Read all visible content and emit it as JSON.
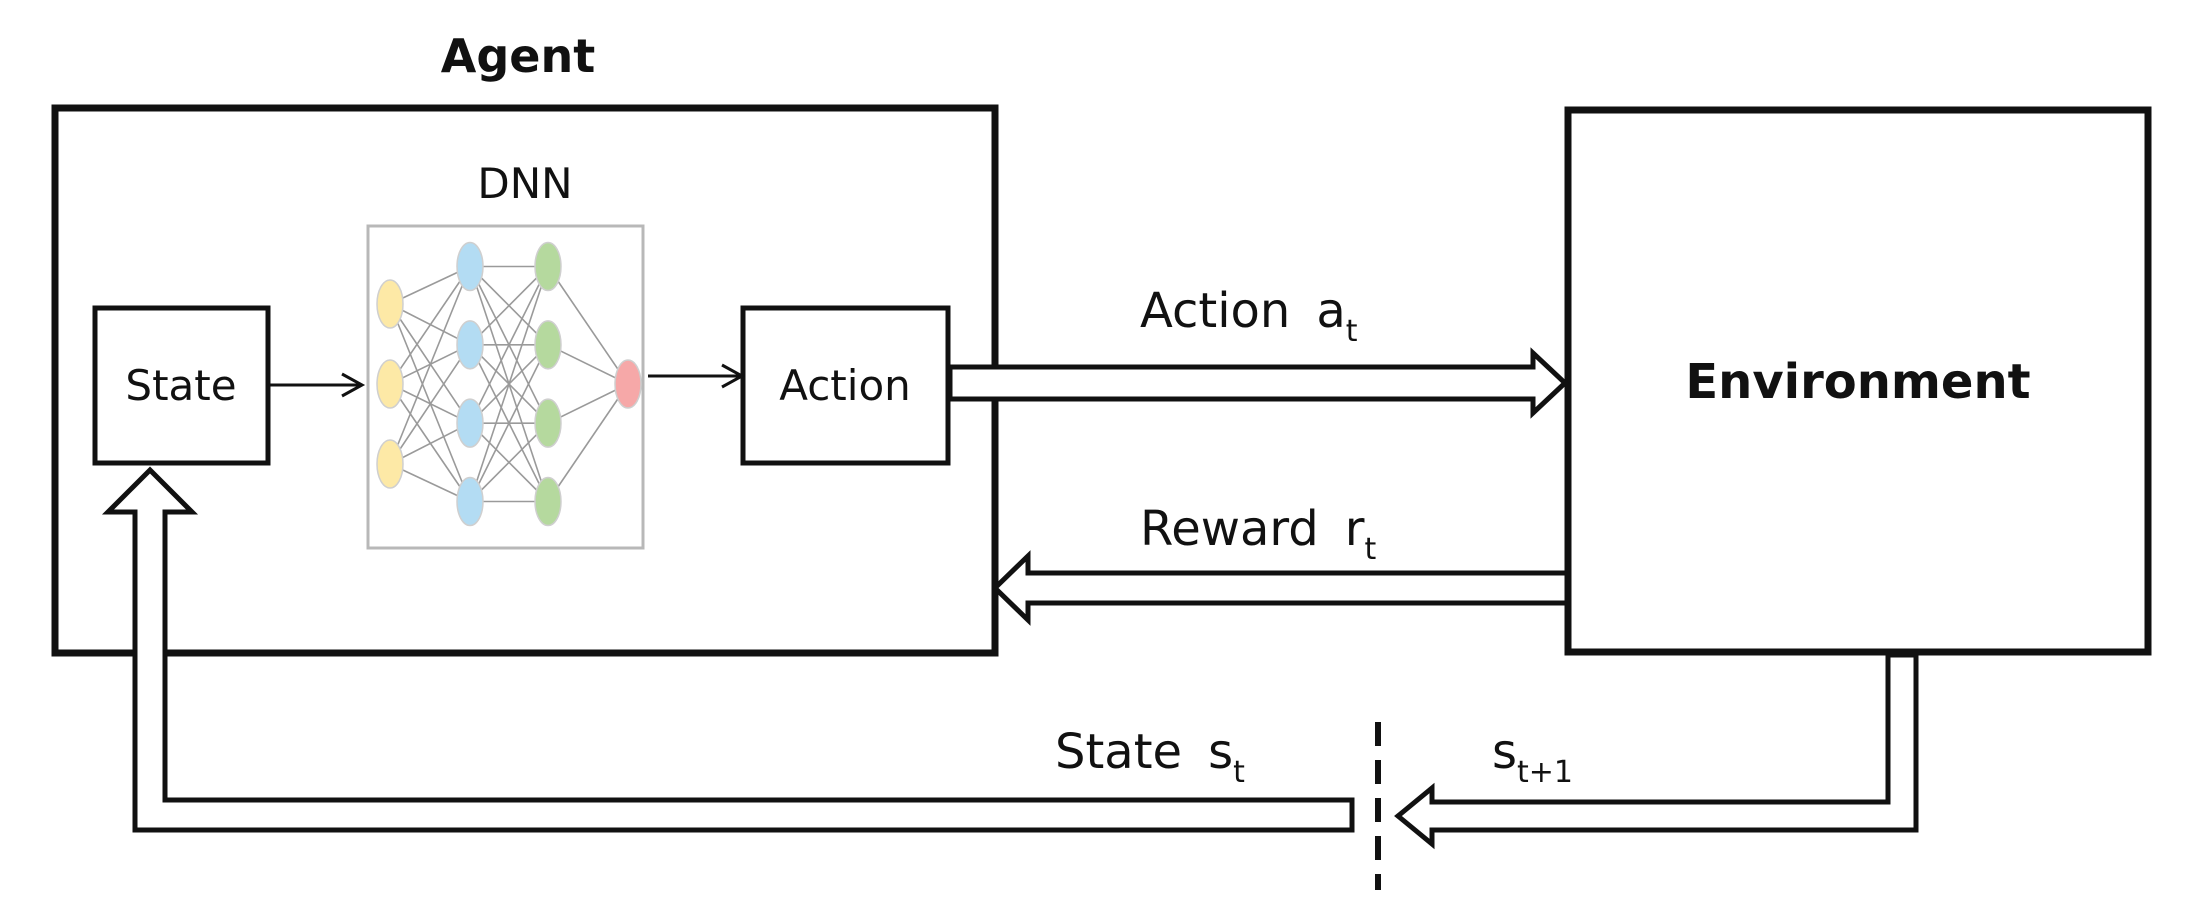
{
  "agent": {
    "title": "Agent"
  },
  "environment": {
    "title": "Environment"
  },
  "dnn": {
    "label": "DNN",
    "layers": [
      {
        "count": 3,
        "color": "#fde9a6"
      },
      {
        "count": 4,
        "color": "#b3dcf3"
      },
      {
        "count": 4,
        "color": "#b5d99e"
      },
      {
        "count": 1,
        "color": "#f6a8a8"
      }
    ]
  },
  "state_box": {
    "label": "State"
  },
  "action_box": {
    "label": "Action"
  },
  "arrows": {
    "action": {
      "label": "Action",
      "sym": "a",
      "sub": "t"
    },
    "reward": {
      "label": "Reward",
      "sym": "r",
      "sub": "t"
    },
    "state": {
      "label": "State",
      "sym": "s",
      "sub": "t"
    },
    "next_state": {
      "sym": "s",
      "sub": "t+1"
    }
  }
}
